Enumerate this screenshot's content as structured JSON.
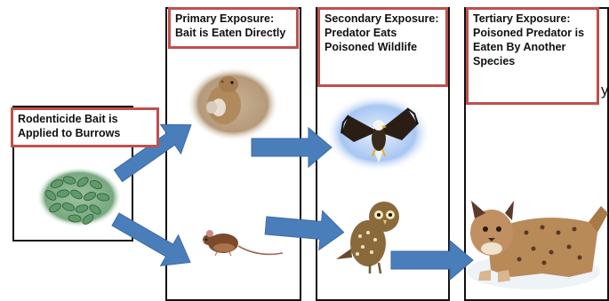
{
  "stray_text": "y",
  "stages": [
    {
      "lines": [
        "Rodenticide Bait is",
        "Applied to Burrows"
      ]
    },
    {
      "lines": [
        "Primary Exposure:",
        "Bait is Eaten Directly"
      ]
    },
    {
      "lines": [
        "Secondary Exposure:",
        "Predator Eats",
        "Poisoned Wildlife"
      ]
    },
    {
      "lines": [
        "Tertiary Exposure:",
        "Poisoned Predator is",
        "Eaten By Another",
        "Species"
      ]
    }
  ],
  "images": [
    "rodenticide-bait-pellets",
    "prairie-dog",
    "bald-eagle",
    "mouse",
    "burrowing-owl",
    "bobcat"
  ],
  "colors": {
    "label_border": "#c0504d",
    "arrow": "#4a7ebb",
    "arrow_stroke": "#3a6aa6",
    "panel_border": "#111111"
  }
}
